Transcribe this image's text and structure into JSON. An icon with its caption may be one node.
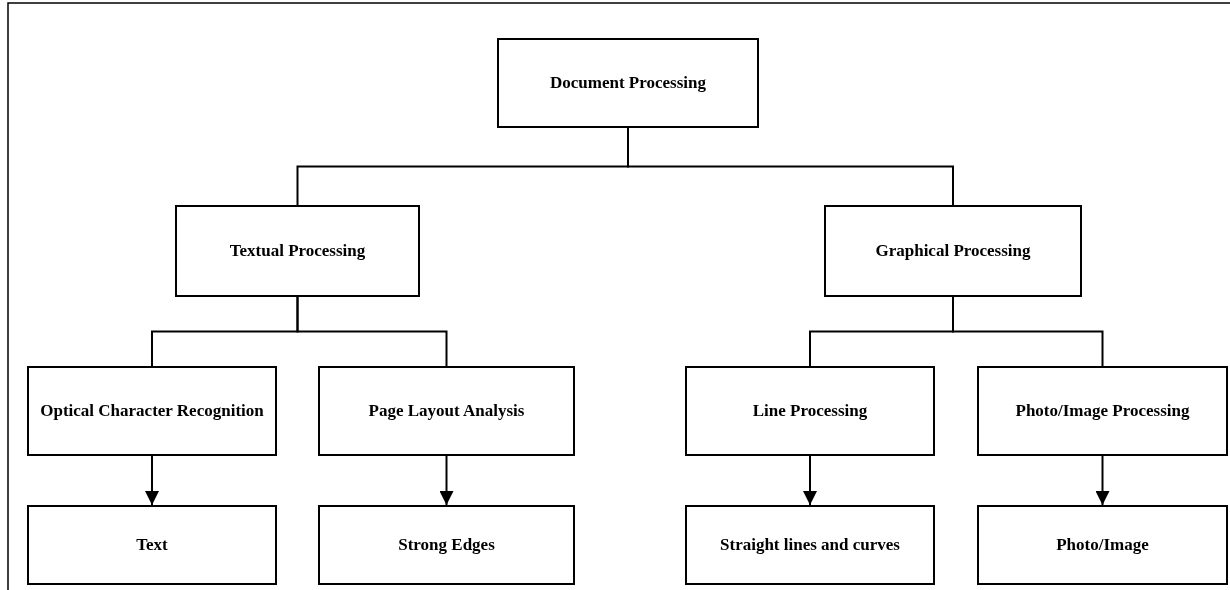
{
  "diagram": {
    "nodes": [
      {
        "text": [
          "Document Processing"
        ]
      },
      {
        "text": [
          "Textual Processing"
        ]
      },
      {
        "text": [
          "Graphical Processing"
        ]
      },
      {
        "text": [
          "Optical Character Recognition"
        ]
      },
      {
        "text": [
          "Page Layout Analysis"
        ]
      },
      {
        "text": [
          "Line Processing"
        ]
      },
      {
        "text": [
          "Photo/Image Processing"
        ]
      },
      {
        "text": [
          "Text"
        ]
      },
      {
        "text": [
          "Strong Edges"
        ]
      },
      {
        "text": [
          "Straight lines and curves"
        ]
      },
      {
        "text": [
          "Photo/Image"
        ]
      }
    ],
    "edges": [
      {
        "from": 0,
        "to": 1,
        "arrow": "none"
      },
      {
        "from": 0,
        "to": 2,
        "arrow": "none"
      },
      {
        "from": 1,
        "to": 3,
        "arrow": "none"
      },
      {
        "from": 1,
        "to": 4,
        "arrow": "none"
      },
      {
        "from": 2,
        "to": 5,
        "arrow": "none"
      },
      {
        "from": 2,
        "to": 6,
        "arrow": "none"
      },
      {
        "from": 3,
        "to": 7,
        "arrow": "to"
      },
      {
        "from": 4,
        "to": 8,
        "arrow": "to"
      },
      {
        "from": 5,
        "to": 9,
        "arrow": "to"
      },
      {
        "from": 6,
        "to": 10,
        "arrow": "to"
      }
    ]
  }
}
